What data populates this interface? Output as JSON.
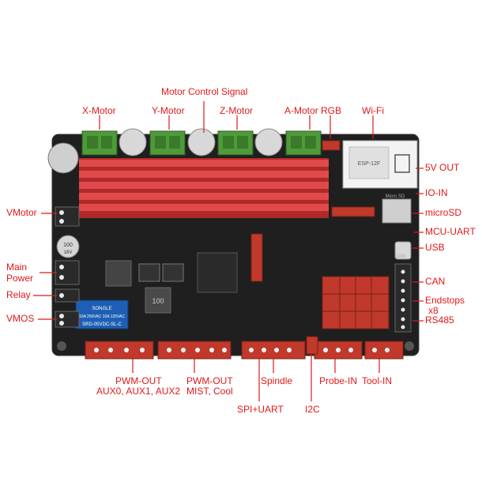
{
  "labels": {
    "motor_control_signal": "Motor Control Signal",
    "x_motor": "X-Motor",
    "y_motor": "Y-Motor",
    "z_motor": "Z-Motor",
    "a_motor_rgb": "A-Motor RGB",
    "wifi": "Wi-Fi",
    "five_v_out": "5V OUT",
    "io_in": "IO-IN",
    "microsd": "microSD",
    "mcu_uart": "MCU-UART",
    "usb": "USB",
    "can": "CAN",
    "endstops_line1": "Endstops",
    "endstops_line2": "x8",
    "rs485": "RS485",
    "vmotor": "VMotor",
    "main_power_line1": "Main",
    "main_power_line2": "Power",
    "relay": "Relay",
    "vmos": "VMOS",
    "pwm_out_aux_line1": "PWM-OUT",
    "pwm_out_aux_line2": "AUX0, AUX1, AUX2",
    "pwm_out_mist_line1": "PWM-OUT",
    "pwm_out_mist_line2": "MIST, Cool",
    "spindle": "Spindle",
    "spi_uart": "SPI+UART",
    "probe_in": "Probe-IN",
    "tool_in": "Tool-IN",
    "i2c": "I2C"
  },
  "board_print": {
    "relay_brand": "SONGLE",
    "relay_model": "SRD-05VDC-SL-C",
    "relay_spec": "10A 250VAC 10A 125VAC",
    "inductor": "100",
    "cap_value": "100",
    "cap_unit": "16V",
    "wifi_module": "ESP-12F",
    "micro_sd_print": "Micro SD",
    "can_print": "CAN"
  },
  "colors": {
    "accent": "#e01818",
    "pcb": "#1f1f1f",
    "heatsink": "#d23a3a",
    "terminal": "#4f9a3a",
    "connector": "#c0392b"
  }
}
